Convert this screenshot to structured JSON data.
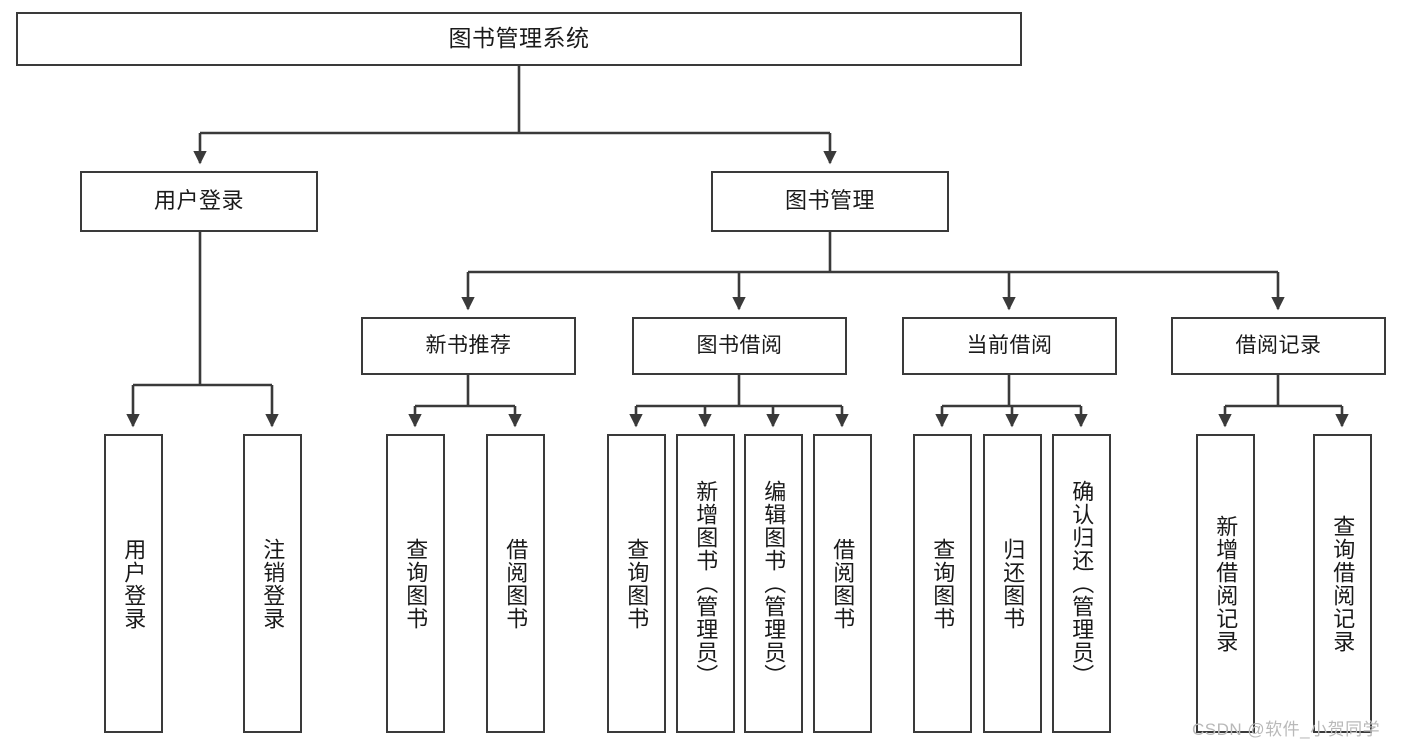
{
  "diagram": {
    "title": "图书管理系统",
    "watermark": "CSDN @软件_小贺同学",
    "stroke_color": "#3a3a3a",
    "text_color": "#1a1a1a",
    "background_color": "#ffffff",
    "watermark_color": "#b9b9b9"
  },
  "nodes": {
    "root": {
      "label": "图书管理系统"
    },
    "level2": [
      {
        "label": "用户登录"
      },
      {
        "label": "图书管理"
      }
    ],
    "level3": [
      {
        "label": "新书推荐"
      },
      {
        "label": "图书借阅"
      },
      {
        "label": "当前借阅"
      },
      {
        "label": "借阅记录"
      }
    ],
    "leaves": {
      "user_login": [
        {
          "label": "用户登录"
        },
        {
          "label": "注销登录"
        }
      ],
      "new_book_recommend": [
        {
          "label": "查询图书"
        },
        {
          "label": "借阅图书"
        }
      ],
      "book_borrow": [
        {
          "label": "查询图书"
        },
        {
          "label": "新增图书（管理员）"
        },
        {
          "label": "编辑图书（管理员）"
        },
        {
          "label": "借阅图书"
        }
      ],
      "current_borrow": [
        {
          "label": "查询图书"
        },
        {
          "label": "归还图书"
        },
        {
          "label": "确认归还（管理员）"
        }
      ],
      "borrow_record": [
        {
          "label": "新增借阅记录"
        },
        {
          "label": "查询借阅记录"
        }
      ]
    }
  }
}
